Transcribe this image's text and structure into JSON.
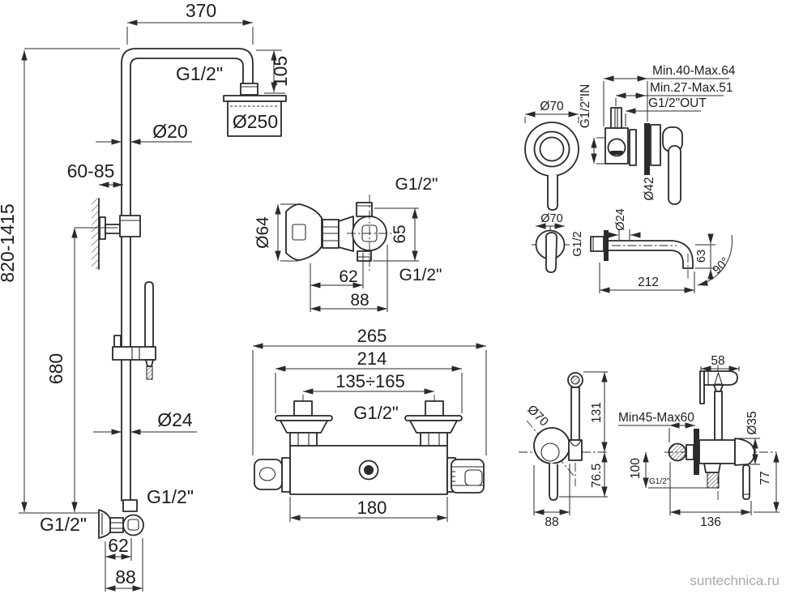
{
  "watermark": "suntechnica.ru",
  "colors": {
    "line": "#2a2a2a",
    "text": "#1d1d1d",
    "watermark": "#a9a9a9"
  },
  "shower_column": {
    "top_width": "370",
    "height_range": "820-1415",
    "head_offset": "105",
    "thread_top": "G1/2\"",
    "head_diameter": "Ø250",
    "pipe_diameter": "Ø20",
    "bracket_range": "60-85",
    "rail_height": "680",
    "lower_pipe_diameter": "Ø24",
    "thread_mid": "G1/2\"",
    "thread_inlet": "G1/2\"",
    "elbow_depth": "62",
    "elbow_width": "88"
  },
  "wall_elbow": {
    "flange_diameter": "Ø64",
    "thread_top": "G1/2\"",
    "height": "65",
    "thread_bottom": "G1/2\"",
    "depth": "62",
    "width": "88"
  },
  "thermostatic_mixer": {
    "overall_width": "265",
    "flange_span": "214",
    "centers_range": "135÷165",
    "thread": "G1/2\"",
    "body_width": "180"
  },
  "concealed_mixer": {
    "plate_diameter": "Ø70",
    "inlet": "G1/2\"IN",
    "depth_outer": "Min.40-Max.64",
    "depth_inner": "Min.27-Max.51",
    "outlet": "G1/2\"OUT",
    "rosette_diameter": "Ø42"
  },
  "wall_spout": {
    "plate_diameter": "Ø70",
    "thread": "G1/2",
    "pipe_diameter": "Ø24",
    "length": "212",
    "drop": "63",
    "angle": "90°"
  },
  "bidet_set": {
    "plate_diameter": "Ø70",
    "upper_height": "131",
    "lower_height": "76.5",
    "width": "88",
    "head_width": "58",
    "recess_range": "Min45-Max60",
    "outlet_height": "100",
    "thread": "G1/2\"",
    "head_diameter": "Ø35",
    "hose_drop": "77",
    "total_width": "136"
  }
}
